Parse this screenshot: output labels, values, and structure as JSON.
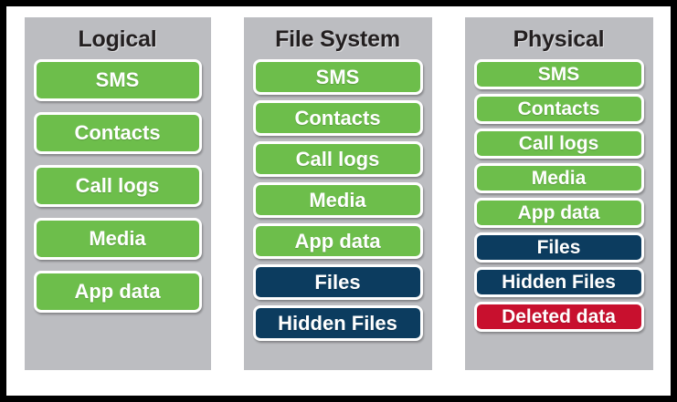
{
  "figure": {
    "background": "#ffffff",
    "frame_color": "#000000",
    "panel_background": "#bcbdc1"
  },
  "palette": {
    "green": "#6dbe4b",
    "navy": "#0c3c5f",
    "red": "#c8102e",
    "item_border": "#ffffff",
    "title_color": "#231f20"
  },
  "columns": [
    {
      "title": "Logical",
      "items": [
        {
          "label": "SMS",
          "color": "green"
        },
        {
          "label": "Contacts",
          "color": "green"
        },
        {
          "label": "Call logs",
          "color": "green"
        },
        {
          "label": "Media",
          "color": "green"
        },
        {
          "label": "App data",
          "color": "green"
        }
      ]
    },
    {
      "title": "File System",
      "items": [
        {
          "label": "SMS",
          "color": "green"
        },
        {
          "label": "Contacts",
          "color": "green"
        },
        {
          "label": "Call logs",
          "color": "green"
        },
        {
          "label": "Media",
          "color": "green"
        },
        {
          "label": "App data",
          "color": "green"
        },
        {
          "label": "Files",
          "color": "navy"
        },
        {
          "label": "Hidden Files",
          "color": "navy"
        }
      ]
    },
    {
      "title": "Physical",
      "items": [
        {
          "label": "SMS",
          "color": "green"
        },
        {
          "label": "Contacts",
          "color": "green"
        },
        {
          "label": "Call logs",
          "color": "green"
        },
        {
          "label": "Media",
          "color": "green"
        },
        {
          "label": "App data",
          "color": "green"
        },
        {
          "label": "Files",
          "color": "navy"
        },
        {
          "label": "Hidden Files",
          "color": "navy"
        },
        {
          "label": "Deleted data",
          "color": "red"
        }
      ]
    }
  ]
}
